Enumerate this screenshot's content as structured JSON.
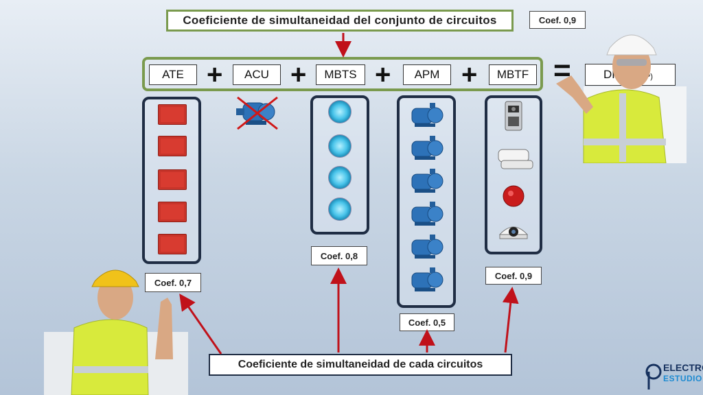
{
  "header": {
    "title": "Coeficiente de simultaneidad del conjunto de circuitos",
    "coef_total": "Coef. 0,9"
  },
  "formula": {
    "terms": [
      "ATE",
      "ACU",
      "MBTS",
      "APM",
      "MBTF"
    ],
    "operator_plus": "+",
    "operator_equals": "=",
    "result": "DPN",
    "result_suffix": "(SP)"
  },
  "groups": {
    "ate": {
      "coef": "Coef. 0,7",
      "device": "outlet-icon",
      "count": 5
    },
    "acu": {
      "device": "pump-icon",
      "excluded": true
    },
    "mbts": {
      "coef": "Coef. 0,8",
      "device": "pool-light-icon",
      "count": 4
    },
    "apm": {
      "coef": "Coef. 0,5",
      "device": "pump-icon",
      "count": 6
    },
    "mbtf": {
      "coef": "Coef. 0,9",
      "devices": [
        "video-intercom-icon",
        "intercom-handset-icon",
        "alarm-bell-icon",
        "security-camera-icon"
      ]
    }
  },
  "footer": {
    "title": "Coeficiente de simultaneidad de cada circuitos"
  },
  "brand": {
    "line1": "ELECTRO",
    "line2": "ESTUDIO"
  },
  "colors": {
    "frame_green": "#7a9a4e",
    "group_border": "#1f2d44",
    "arrow_red": "#c0111a",
    "outlet_red": "#d83b30"
  }
}
